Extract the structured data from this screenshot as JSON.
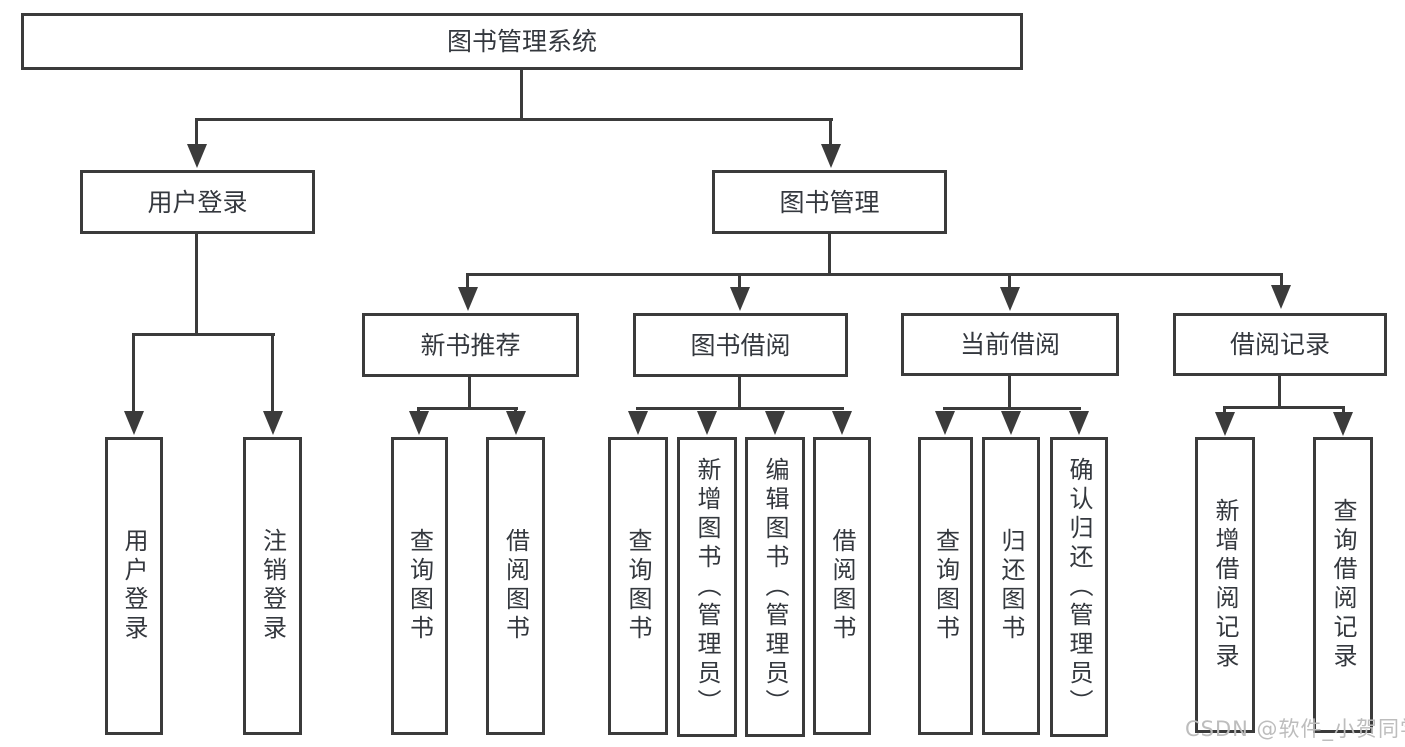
{
  "tree": {
    "root": {
      "label": "图书管理系统"
    },
    "branches": [
      {
        "label": "用户登录",
        "children": [
          {
            "label": "用户登录"
          },
          {
            "label": "注销登录"
          }
        ]
      },
      {
        "label": "图书管理",
        "children": [
          {
            "label": "新书推荐",
            "children": [
              {
                "label": "查询图书"
              },
              {
                "label": "借阅图书"
              }
            ]
          },
          {
            "label": "图书借阅",
            "children": [
              {
                "label": "查询图书"
              },
              {
                "label": "新增图书（管理员）"
              },
              {
                "label": "编辑图书（管理员）"
              },
              {
                "label": "借阅图书"
              }
            ]
          },
          {
            "label": "当前借阅",
            "children": [
              {
                "label": "查询图书"
              },
              {
                "label": "归还图书"
              },
              {
                "label": "确认归还（管理员）"
              }
            ]
          },
          {
            "label": "借阅记录",
            "children": [
              {
                "label": "新增借阅记录"
              },
              {
                "label": "查询借阅记录"
              }
            ]
          }
        ]
      }
    ]
  },
  "watermark": "CSDN @软件_小贺同学",
  "colors": {
    "stroke": "#3b3b3b",
    "text": "#34383e",
    "watermark": "#bdbdbd",
    "background": "#ffffff"
  }
}
